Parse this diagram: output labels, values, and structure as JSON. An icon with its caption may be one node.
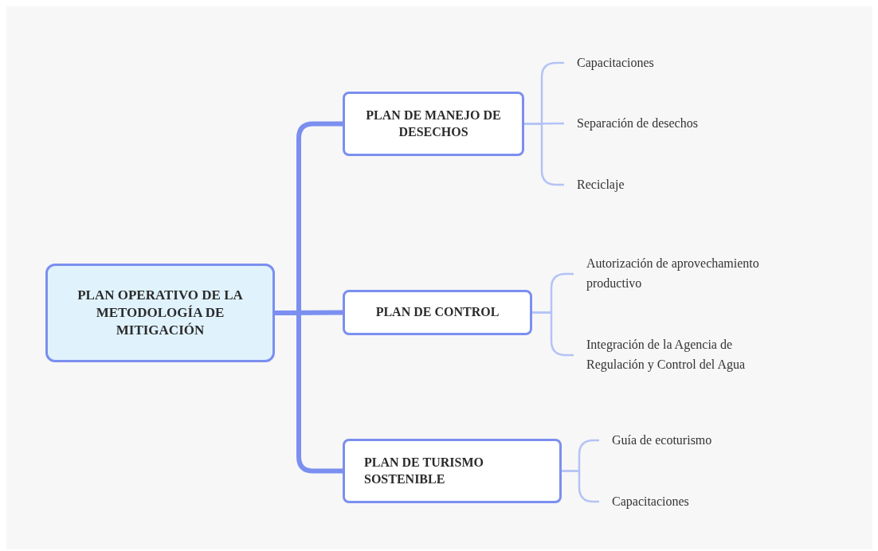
{
  "diagram": {
    "nodes": [
      {
        "text": [
          "PLAN OPERATIVO DE LA METODOLOGÍA DE MITIGACIÓN"
        ]
      },
      {
        "text": [
          "PLAN DE MANEJO DE DESECHOS"
        ]
      },
      {
        "text": [
          "PLAN DE CONTROL"
        ]
      },
      {
        "text": [
          "PLAN DE TURISMO SOSTENIBLE"
        ]
      },
      {
        "text": [
          "Capacitaciones"
        ]
      },
      {
        "text": [
          "Separación de desechos"
        ]
      },
      {
        "text": [
          "Reciclaje"
        ]
      },
      {
        "text": [
          "Autorización de aprovechamiento productivo"
        ]
      },
      {
        "text": [
          "Integración de la Agencia de Regulación y Control del Agua"
        ]
      },
      {
        "text": [
          "Guía de ecoturismo"
        ]
      },
      {
        "text": [
          "Capacitaciones"
        ]
      }
    ],
    "edges": [
      {
        "from": 0,
        "to": 1,
        "arrow": "none",
        "style": "thick",
        "color": "#7b8ff0"
      },
      {
        "from": 0,
        "to": 2,
        "arrow": "none",
        "style": "thick",
        "color": "#7b8ff0"
      },
      {
        "from": 0,
        "to": 3,
        "arrow": "none",
        "style": "thick",
        "color": "#7b8ff0"
      },
      {
        "from": 1,
        "to": 4,
        "arrow": "none"
      },
      {
        "from": 1,
        "to": 5,
        "arrow": "none"
      },
      {
        "from": 1,
        "to": 6,
        "arrow": "none"
      },
      {
        "from": 2,
        "to": 7,
        "arrow": "none"
      },
      {
        "from": 2,
        "to": 8,
        "arrow": "none"
      },
      {
        "from": 3,
        "to": 9,
        "arrow": "none"
      },
      {
        "from": 3,
        "to": 10,
        "arrow": "none"
      }
    ]
  }
}
